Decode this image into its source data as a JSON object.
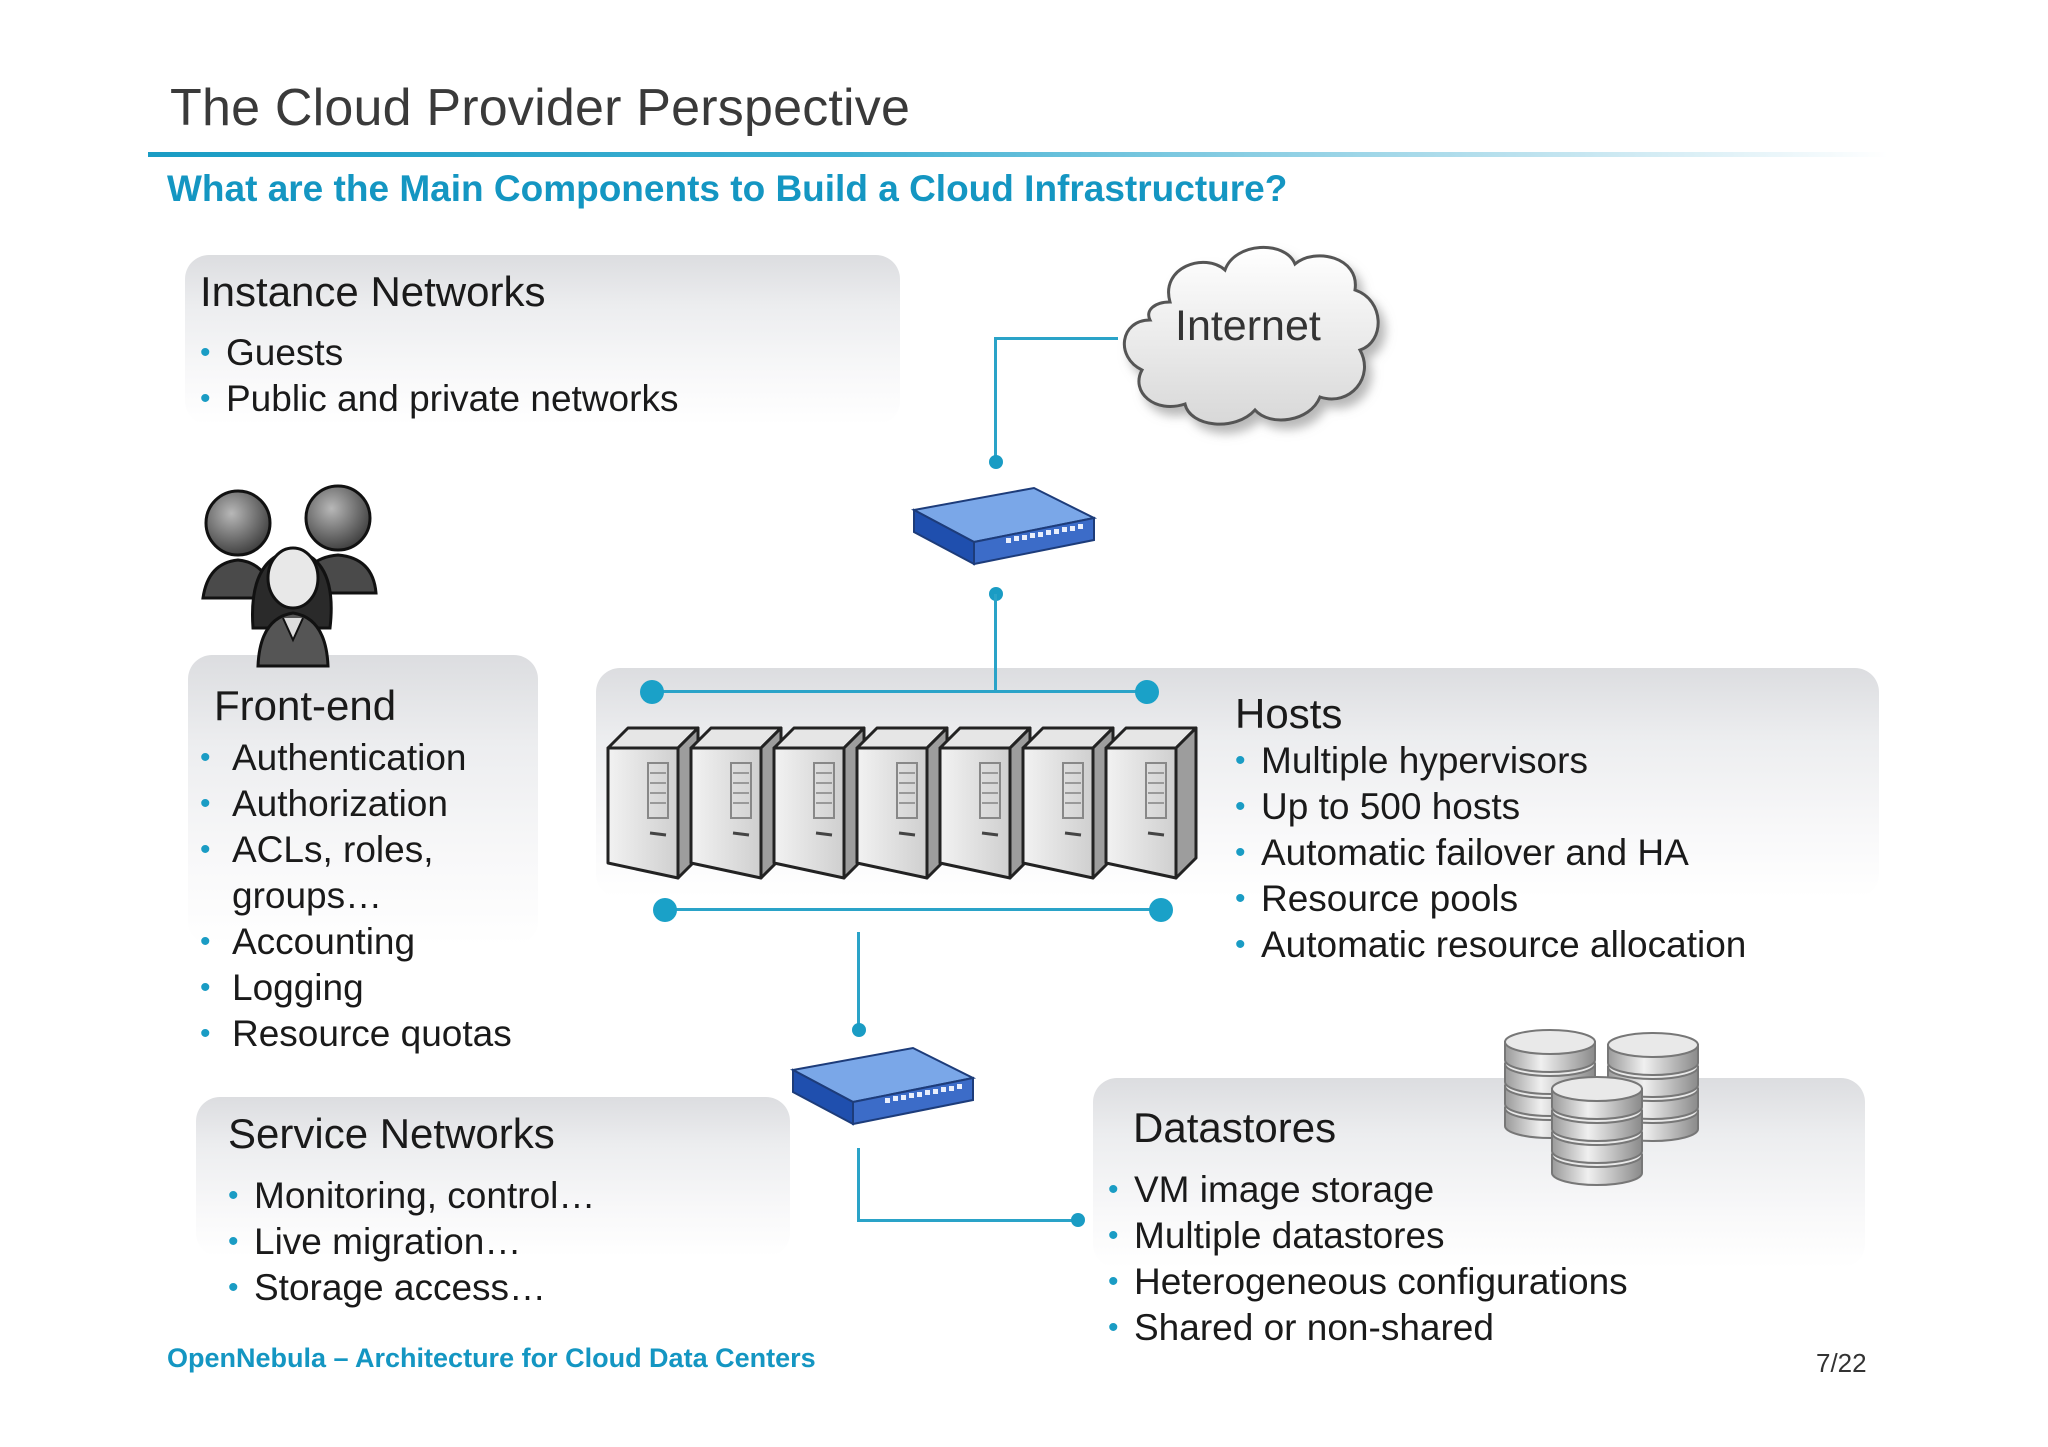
{
  "slide": {
    "title": "The Cloud Provider Perspective",
    "subtitle": "What are the Main Components to Build a Cloud Infrastructure?",
    "footer": "OpenNebula – Architecture for Cloud Data Centers",
    "page": "7/22"
  },
  "instance_networks": {
    "heading": "Instance Networks",
    "items": [
      "Guests",
      "Public and private networks"
    ]
  },
  "frontend": {
    "heading": "Front-end",
    "items": [
      "Authentication",
      "Authorization",
      "ACLs, roles, groups…",
      "Accounting",
      "Logging",
      "Resource quotas"
    ]
  },
  "service_networks": {
    "heading": "Service Networks",
    "items": [
      "Monitoring, control…",
      "Live migration…",
      "Storage access…"
    ]
  },
  "hosts": {
    "heading": "Hosts",
    "items": [
      "Multiple hypervisors",
      "Up to 500 hosts",
      "Automatic failover and HA",
      "Resource pools",
      "Automatic resource allocation"
    ]
  },
  "datastores": {
    "heading": "Datastores",
    "items": [
      "VM image storage",
      "Multiple datastores",
      "Heterogeneous configurations",
      "Shared or non-shared"
    ]
  },
  "internet": {
    "label": "Internet"
  },
  "colors": {
    "accent": "#1a9cc4",
    "switch": "#3a6fc4",
    "panel": "#e4e5e8"
  },
  "icons": [
    "cloud-icon",
    "network-switch-icon",
    "server-tower-icon",
    "users-icon",
    "database-stack-icon"
  ]
}
